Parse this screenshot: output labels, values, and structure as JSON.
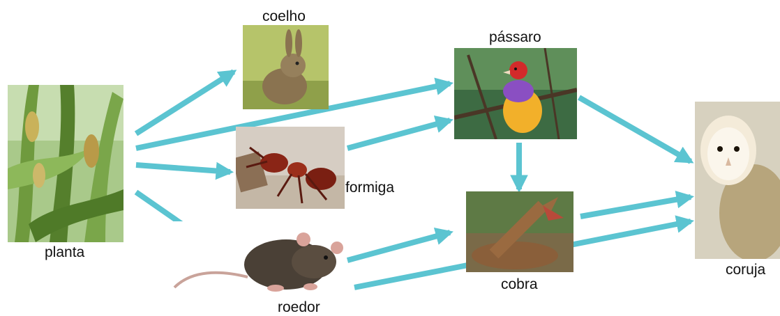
{
  "organisms": {
    "planta": "planta",
    "coelho": "coelho",
    "formiga": "formiga",
    "roedor": "roedor",
    "passaro": "pássaro",
    "cobra": "cobra",
    "coruja": "coruja"
  },
  "edges": [
    {
      "from": "planta",
      "to": "coelho"
    },
    {
      "from": "planta",
      "to": "passaro"
    },
    {
      "from": "planta",
      "to": "formiga"
    },
    {
      "from": "planta",
      "to": "roedor"
    },
    {
      "from": "formiga",
      "to": "passaro"
    },
    {
      "from": "roedor",
      "to": "cobra"
    },
    {
      "from": "passaro",
      "to": "cobra"
    },
    {
      "from": "passaro",
      "to": "coruja"
    },
    {
      "from": "cobra",
      "to": "coruja"
    },
    {
      "from": "roedor",
      "to": "coruja"
    }
  ],
  "colors": {
    "arrow": "#5bc4d1"
  }
}
